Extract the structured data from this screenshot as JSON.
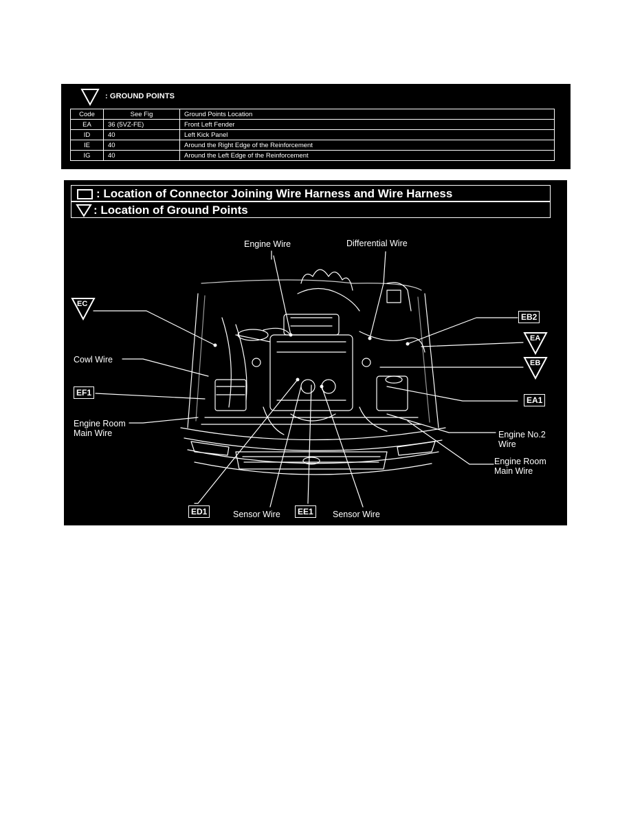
{
  "ground_points_table": {
    "title": ": GROUND POINTS",
    "headers": {
      "code": "Code",
      "see_fig": "See Fig",
      "location": "Ground Points Location"
    },
    "rows": [
      {
        "code": "EA",
        "see_fig": "36 (5VZ-FE)",
        "location": "Front Left Fender"
      },
      {
        "code": "ID",
        "see_fig": "40",
        "location": "Left Kick Panel"
      },
      {
        "code": "IE",
        "see_fig": "40",
        "location": "Around the Right Edge of the Reinforcement"
      },
      {
        "code": "IG",
        "see_fig": "40",
        "location": "Around the Left Edge of the Reinforcement"
      }
    ]
  },
  "diagram": {
    "legend": {
      "connector": ": Location of Connector Joining Wire Harness and Wire Harness",
      "ground": ": Location of Ground Points"
    },
    "labels": {
      "engine_wire": "Engine Wire",
      "differential_wire": "Differential Wire",
      "cowl_wire": "Cowl Wire",
      "engine_room_main_wire_left": "Engine Room\nMain Wire",
      "engine_no2_wire": "Engine No.2\nWire",
      "engine_room_main_wire_right": "Engine Room\nMain Wire",
      "sensor_wire_left": "Sensor Wire",
      "sensor_wire_right": "Sensor Wire"
    },
    "connectors": {
      "eb2": "EB2",
      "ea1": "EA1",
      "ef1": "EF1",
      "ed1": "ED1",
      "ee1": "EE1"
    },
    "grounds": {
      "ec": "EC",
      "ea": "EA",
      "eb": "EB"
    }
  }
}
